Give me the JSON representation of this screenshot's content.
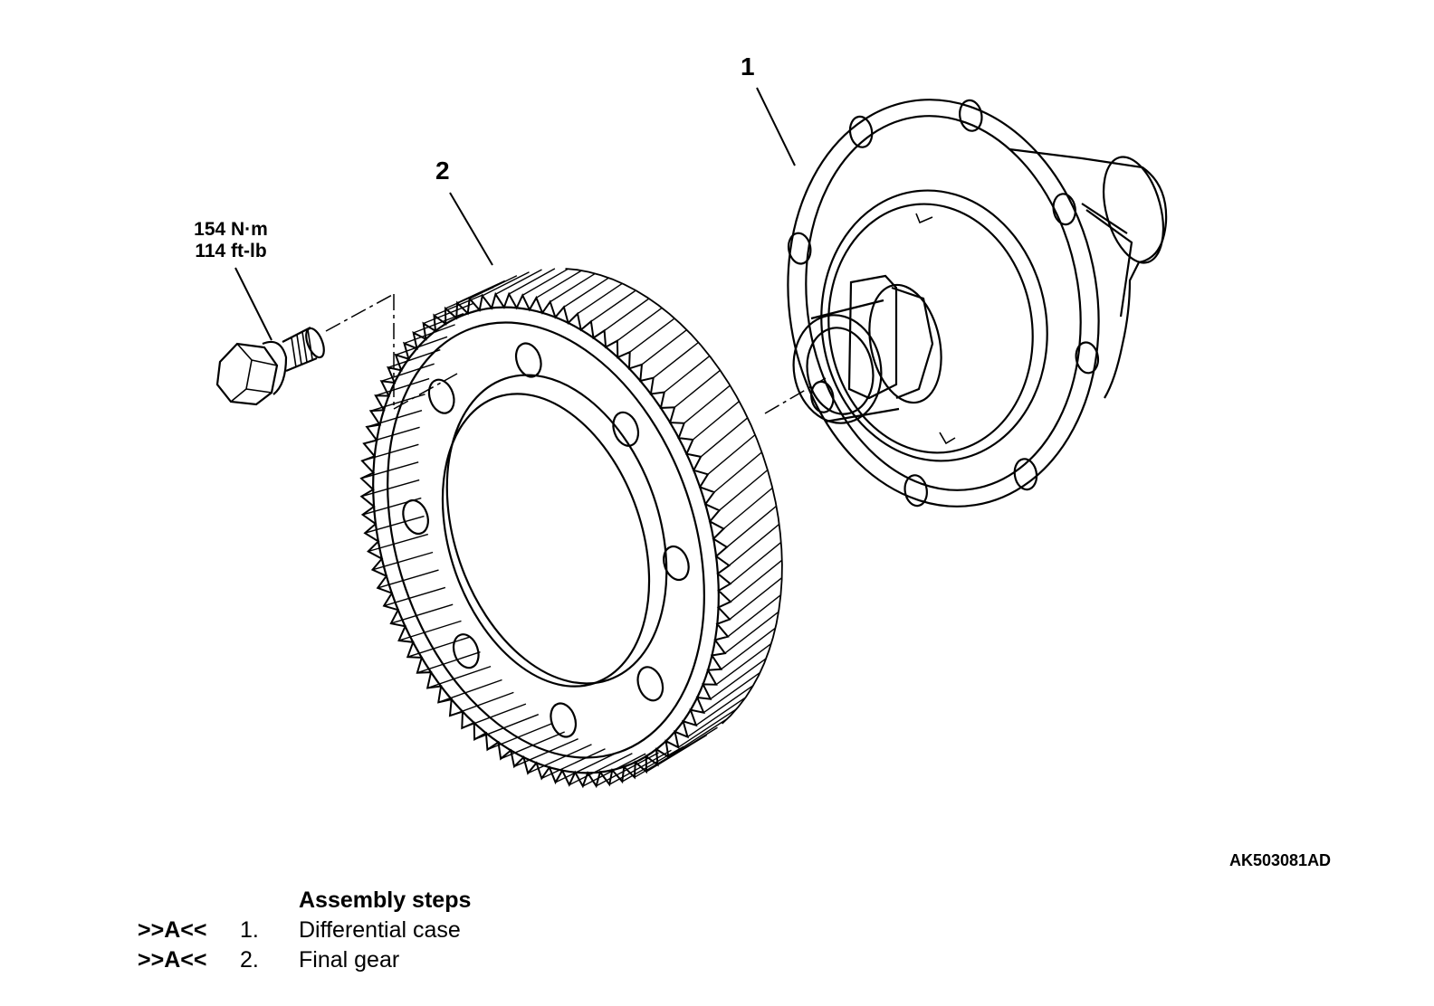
{
  "callouts": {
    "case": "1",
    "gear": "2"
  },
  "torque": {
    "nm": "154 N·m",
    "ftlb": "114 ft-lb"
  },
  "figure_id": "AK503081AD",
  "steps": {
    "heading": "Assembly steps",
    "items": [
      {
        "ref": ">>A<<",
        "num": "1.",
        "name": "Differential case"
      },
      {
        "ref": ">>A<<",
        "num": "2.",
        "name": "Final gear"
      }
    ]
  },
  "colors": {
    "line": "#000000",
    "background": "#ffffff"
  }
}
